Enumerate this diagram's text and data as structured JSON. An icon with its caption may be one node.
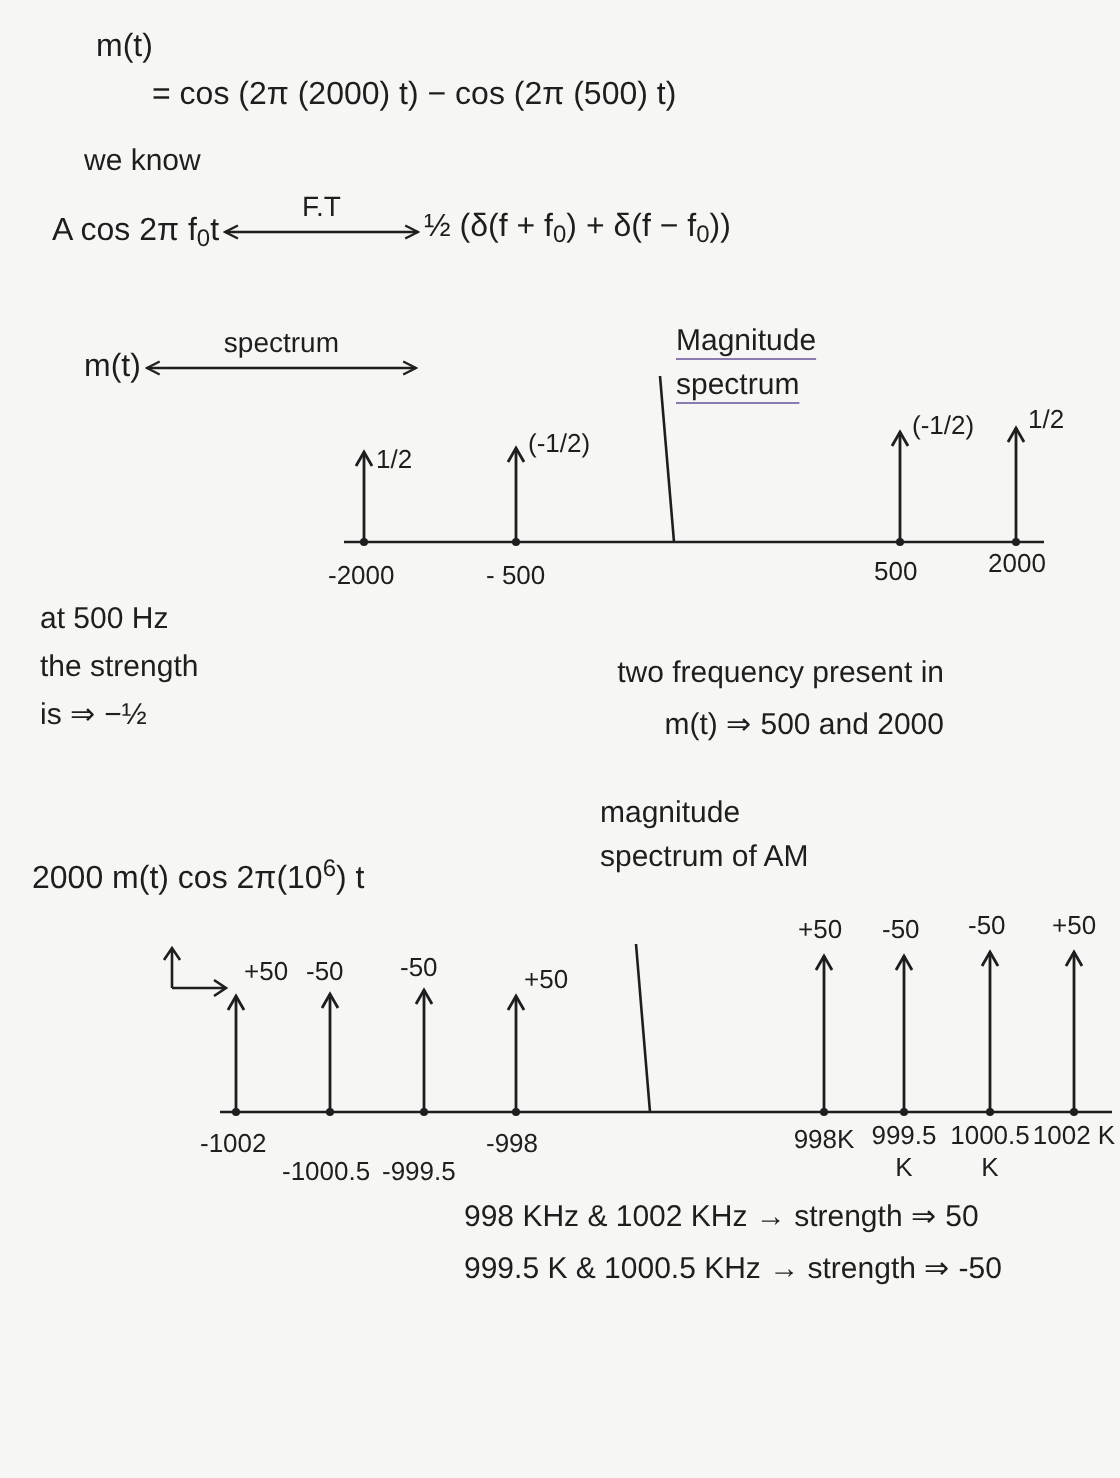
{
  "diagram": {
    "nodes": [
      {
        "text": [
          "A cos 2π f$_{0}$t"
        ]
      },
      {
        "text": [
          "½ (δ(f + f$_{0}$) + δ(f − f$_{0}$))"
        ]
      },
      {
        "text": [
          "m(t)"
        ]
      }
    ],
    "edges": [
      {
        "from": 0,
        "to": 1,
        "arrow": "both",
        "label": "F.T"
      },
      {
        "from": 2,
        "to": null,
        "arrow": "both",
        "label": "spectrum"
      }
    ],
    "labels": [
      "m(t)",
      "= cos (2π (2000) t) − cos (2π (500) t)",
      "we know",
      "Magnitude spectrum",
      "1/2",
      "(-1/2)",
      "(-1/2)",
      "1/2",
      "-2000",
      "- 500",
      "500",
      "2000",
      "at 500 Hz the strength is ⇒ −½",
      "two frequency present in m(t) ⇒ 500 and 2000",
      "magnitude spectrum of AM",
      "2000 m(t) cos 2π(10$^{6}$) t",
      "+50",
      "-50",
      "-50",
      "+50",
      "+50",
      "-50",
      "-50",
      "+50",
      "-1002",
      "-1000.5",
      "-999.5",
      "-998",
      "998K",
      "999.5 K",
      "1000.5 K",
      "1002 K",
      "998 KHz & 1002 KHz → strength ⇒ 50",
      "999.5 K & 1000.5 KHz → strength ⇒ -50"
    ]
  }
}
